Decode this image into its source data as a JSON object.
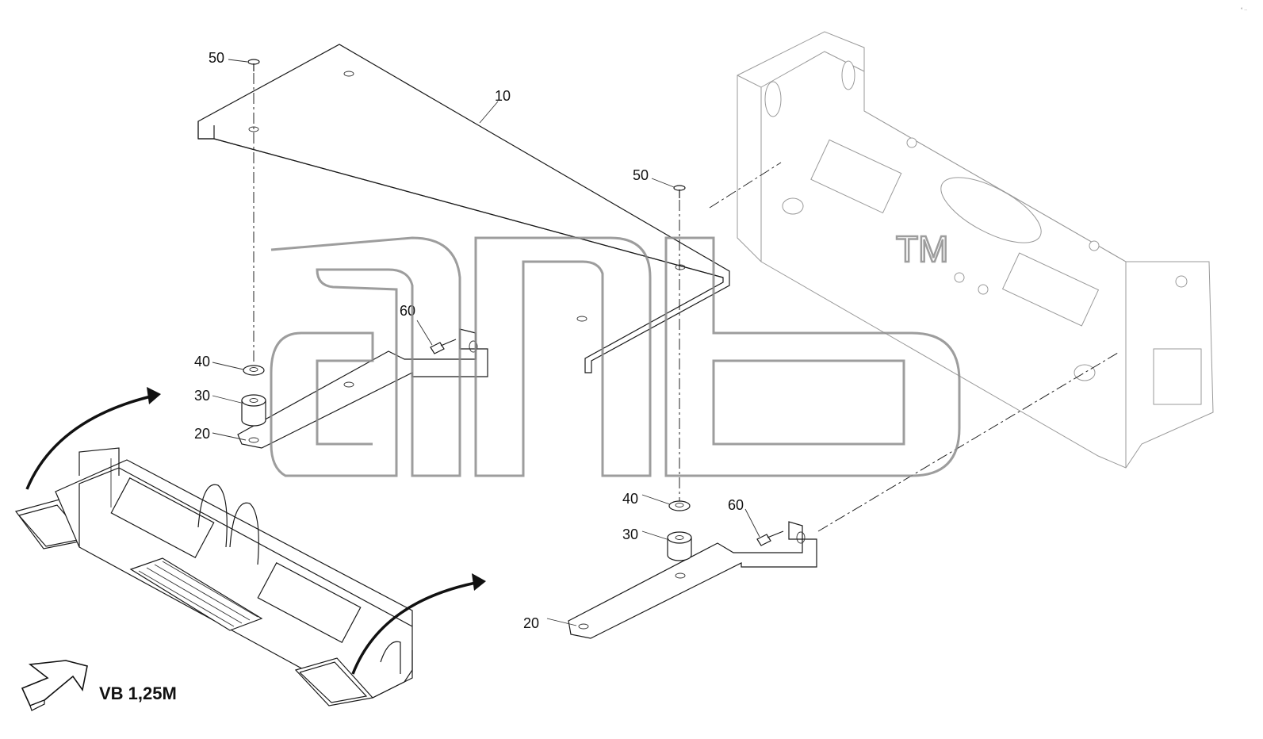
{
  "callouts": {
    "c10": "10",
    "c50a": "50",
    "c50b": "50",
    "c60a": "60",
    "c60b": "60",
    "c40a": "40",
    "c40b": "40",
    "c30a": "30",
    "c30b": "30",
    "c20a": "20",
    "c20b": "20"
  },
  "view_label": "VB 1,25M",
  "watermark": {
    "text": "anb",
    "trademark": "TM"
  }
}
